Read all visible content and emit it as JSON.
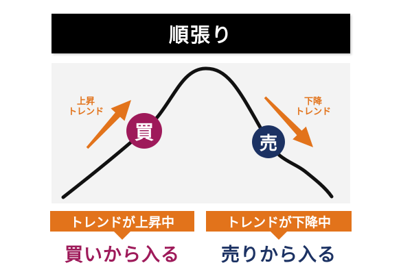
{
  "header": {
    "title": "順張り"
  },
  "chart": {
    "uptrend_label": {
      "line1": "上昇",
      "line2": "トレンド"
    },
    "downtrend_label": {
      "line1": "下降",
      "line2": "トレンド"
    },
    "buy_marker": "買",
    "sell_marker": "売"
  },
  "footer": {
    "left": {
      "tag": "トレンドが上昇中",
      "action": "買いから入る"
    },
    "right": {
      "tag": "トレンドが下降中",
      "action": "売りから入る"
    }
  },
  "colors": {
    "accent_orange": "#e2731b",
    "buy_crimson": "#9e1a5a",
    "sell_navy": "#1c3263",
    "curve_black": "#111111",
    "panel_gray": "#f3f3f3",
    "header_bg": "#000000",
    "header_text": "#ffffff",
    "marker_text": "#ffffff"
  }
}
